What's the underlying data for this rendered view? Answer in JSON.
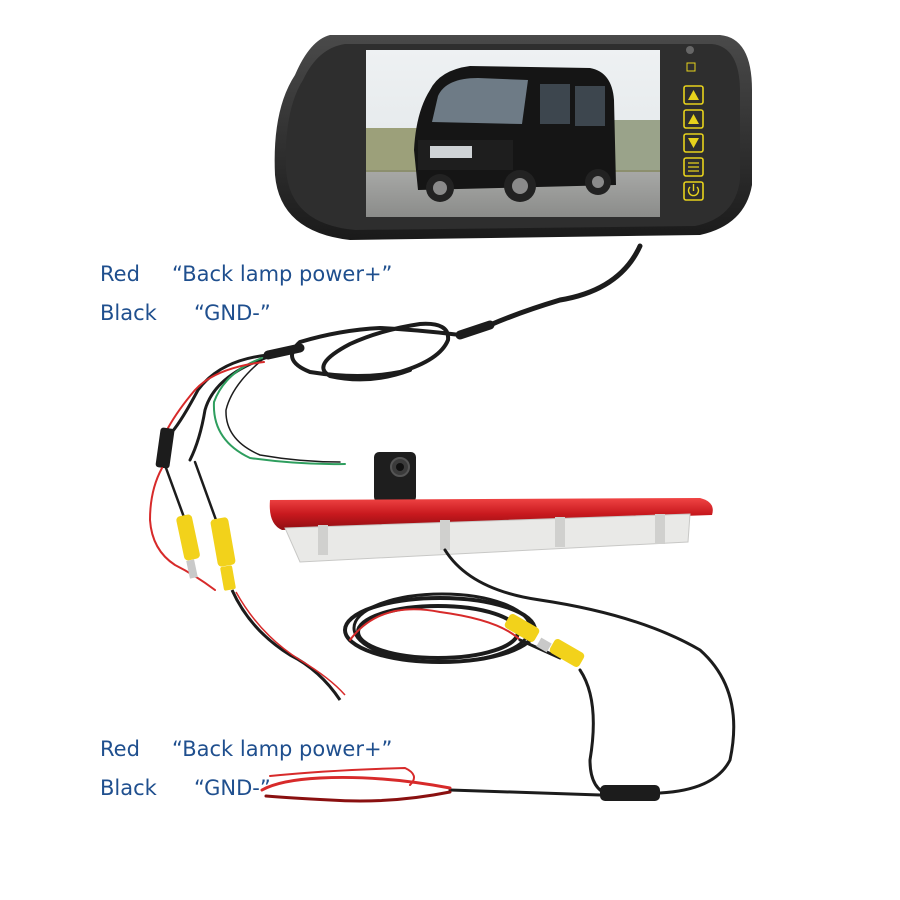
{
  "top_labels": [
    {
      "color": "Red",
      "function": "“Back lamp power+”"
    },
    {
      "color": "Black",
      "function": "“GND-”"
    }
  ],
  "bottom_labels": [
    {
      "color": "Red",
      "function": "“Back lamp power+”"
    },
    {
      "color": "Black",
      "function": "“GND-”"
    }
  ],
  "monitor": {
    "buttons": [
      "up-arrow-icon",
      "up-arrow-icon",
      "down-arrow-icon",
      "menu-icon",
      "power-icon"
    ]
  },
  "colors": {
    "label_text": "#1f4f8e",
    "brake_light": "#c8191e",
    "rca_yellow": "#f2d21b",
    "cable_black": "#1c1c1c",
    "wire_red": "#d72a2a",
    "wire_green": "#3aa86b",
    "button_yellow": "#e7d21c"
  }
}
